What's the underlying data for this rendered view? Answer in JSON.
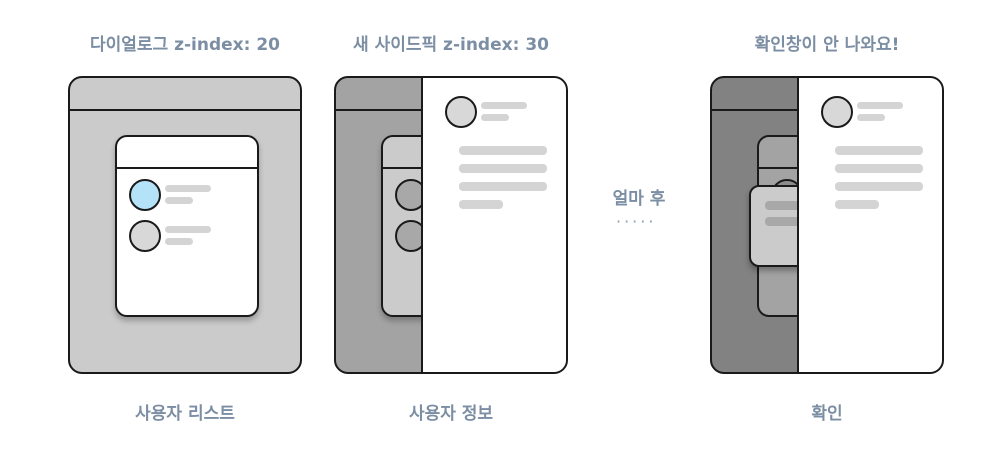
{
  "labels": {
    "panel1_top": "다이얼로그 z-index: 20",
    "panel2_top": "새 사이드픽 z-index: 30",
    "panel3_top": "확인창이 안 나와요!",
    "panel1_bottom": "사용자 리스트",
    "panel2_bottom": "사용자 정보",
    "panel3_bottom": "확인",
    "middle": "얼마 후",
    "dots": "·····"
  },
  "colors": {
    "overlay_light": "#cbcbcb",
    "overlay_mid": "#a3a3a3",
    "overlay_dark": "#828282",
    "highlight_avatar": "#b4e2f8",
    "label_text": "#7c8ea3",
    "border": "#1a1a1a"
  }
}
